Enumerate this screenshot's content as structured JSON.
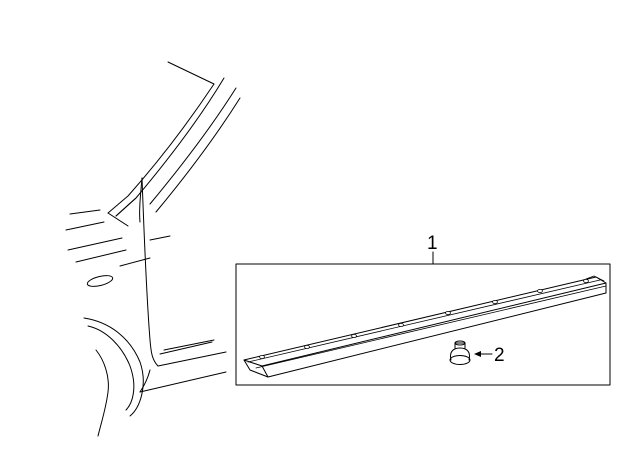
{
  "diagram": {
    "parts": [
      {
        "id": "rocker-molding",
        "callout": "1"
      },
      {
        "id": "clip",
        "callout": "2"
      }
    ],
    "colors": {
      "line": "#000000",
      "background": "#ffffff"
    }
  }
}
